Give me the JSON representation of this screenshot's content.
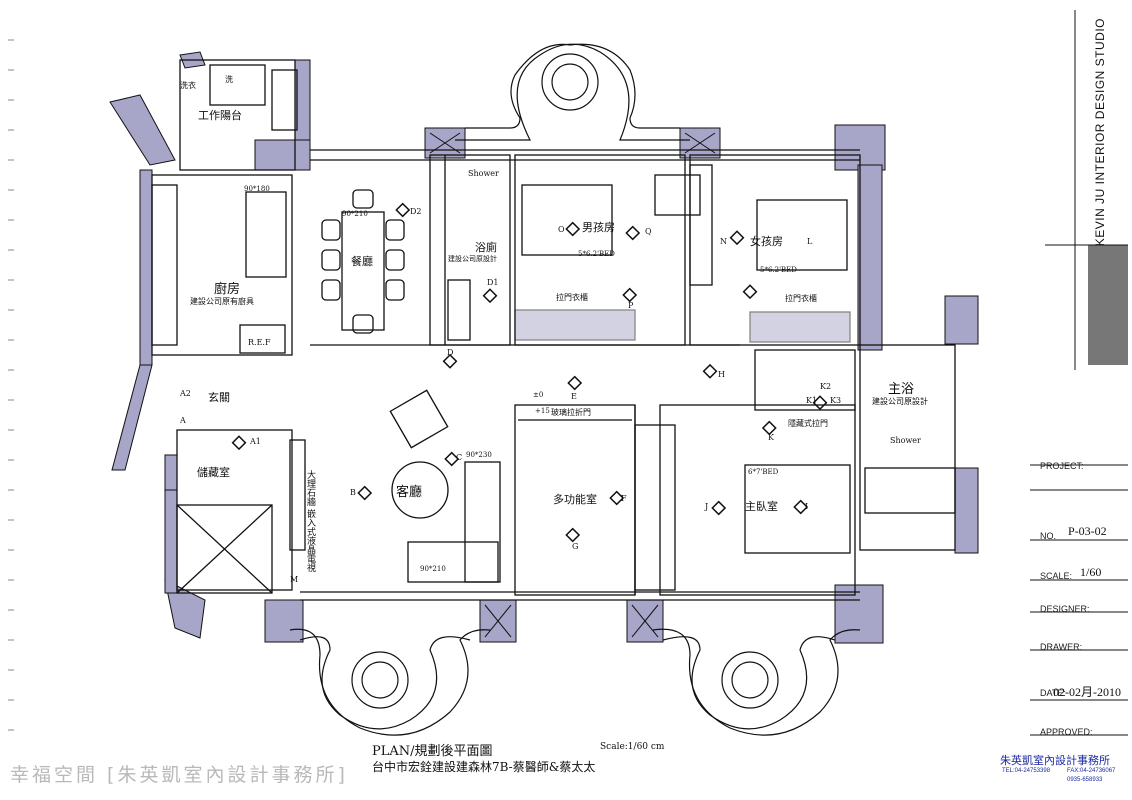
{
  "studio": "KEVIN JU INTERIOR DESIGN STUDIO",
  "rooms": {
    "balcony": "工作陽台",
    "laundry_dryer": "洗衣",
    "laundry_washer": "洗",
    "kitchen": "廚房",
    "kitchen_note": "建設公司原有廚具",
    "kitchen_island": "90*180",
    "fridge": "R.E.F",
    "dining": "餐廳",
    "dining_table": "90*210",
    "bath": "浴廁",
    "bath_note": "建設公司原設計",
    "shower": "Shower",
    "boy_room": "男孩房",
    "boy_bed": "5*6.2'BED",
    "boy_wardrobe": "拉門衣櫃",
    "girl_room": "女孩房",
    "girl_bed": "5*6.2'BED",
    "girl_wardrobe": "拉門衣櫃",
    "foyer": "玄關",
    "storage": "儲藏室",
    "living": "客廳",
    "living_sofa": "90*210",
    "living_table": "90*230",
    "multi_room": "多功能室",
    "glass_door": "玻璃拉折門",
    "master_room": "主臥室",
    "master_bed": "6*7'BED",
    "master_bath": "主浴",
    "master_bath_note": "建設公司原設計",
    "master_shower": "Shower",
    "master_door": "隱藏式拉門",
    "tv_wall": "大理石牆 嵌入式液晶電視",
    "level_plus": "+15",
    "level_zero": "±0"
  },
  "markers": [
    "A1",
    "A2",
    "A",
    "B",
    "C",
    "D",
    "D1",
    "D2",
    "E",
    "F",
    "G",
    "H",
    "I",
    "J",
    "K",
    "K1",
    "K2",
    "K3",
    "L",
    "M",
    "N",
    "O",
    "P",
    "Q"
  ],
  "title_block": {
    "project_label": "PROJECT:",
    "no_label": "NO.",
    "no_value": "P-03-02",
    "scale_label": "SCALE:",
    "scale_value": "1/60",
    "designer_label": "DESIGNER:",
    "drawer_label": "DRAWER:",
    "date_label": "DATE:",
    "date_value": "02-02月-2010",
    "approved_label": "APPROVED:"
  },
  "plan_title": "PLAN/規劃後平面圖",
  "scale_note": "Scale:1/60 cm",
  "project_name": "台中市宏銓建設建森林7B-蔡醫師&蔡太太",
  "firm": "朱英凱室內設計事務所",
  "firm_tel": "TEL:04-24753398",
  "firm_fax": "FAX:04-24736067",
  "firm_mobile": "0935-658933",
  "watermark": "幸福空間 [朱英凱室內設計事務所]",
  "colors": {
    "wall": "#a8a6c8",
    "line": "#111111",
    "watermark": "#b9b9b9",
    "firm": "#1a2aa0"
  }
}
